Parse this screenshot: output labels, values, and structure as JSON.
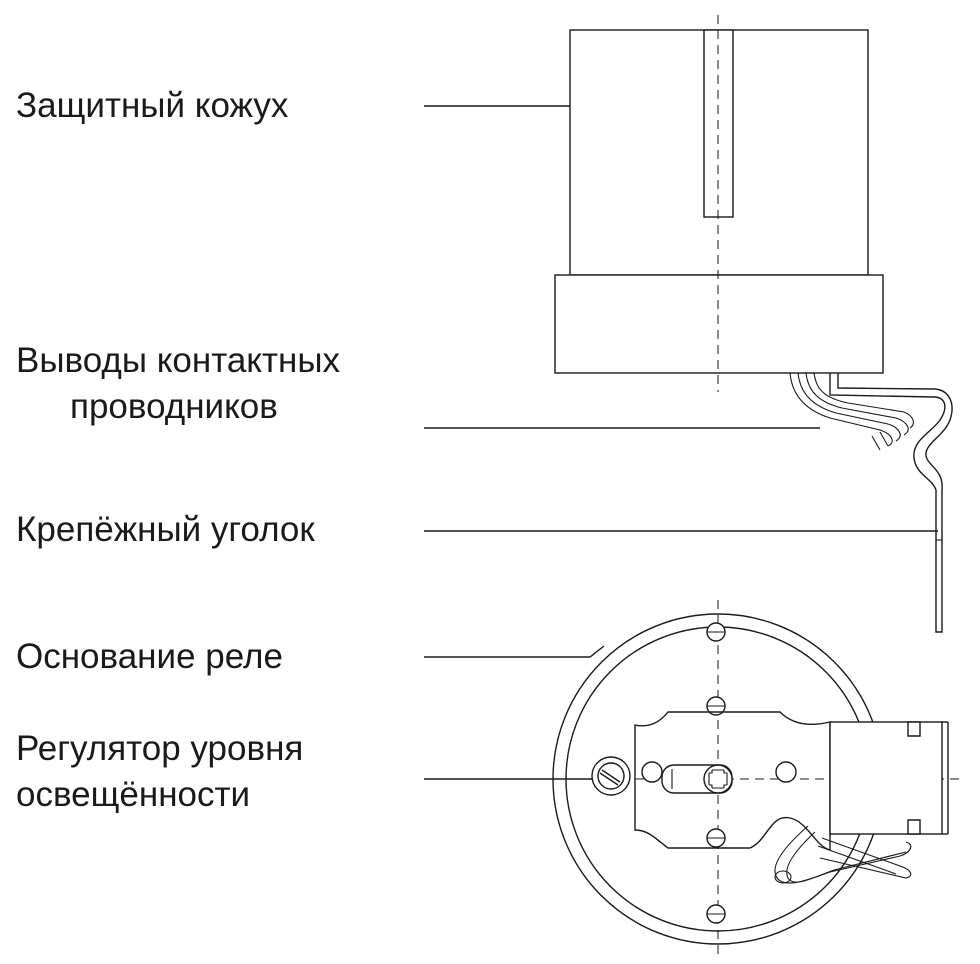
{
  "labels": {
    "shield": "Защитный кожух",
    "wires_line1": "Выводы контактных",
    "wires_line2": "проводников",
    "bracket": "Крепёжный уголок",
    "base": "Основание реле",
    "regulator_line1": "Регулятор уровня",
    "regulator_line2": "освещённости"
  }
}
